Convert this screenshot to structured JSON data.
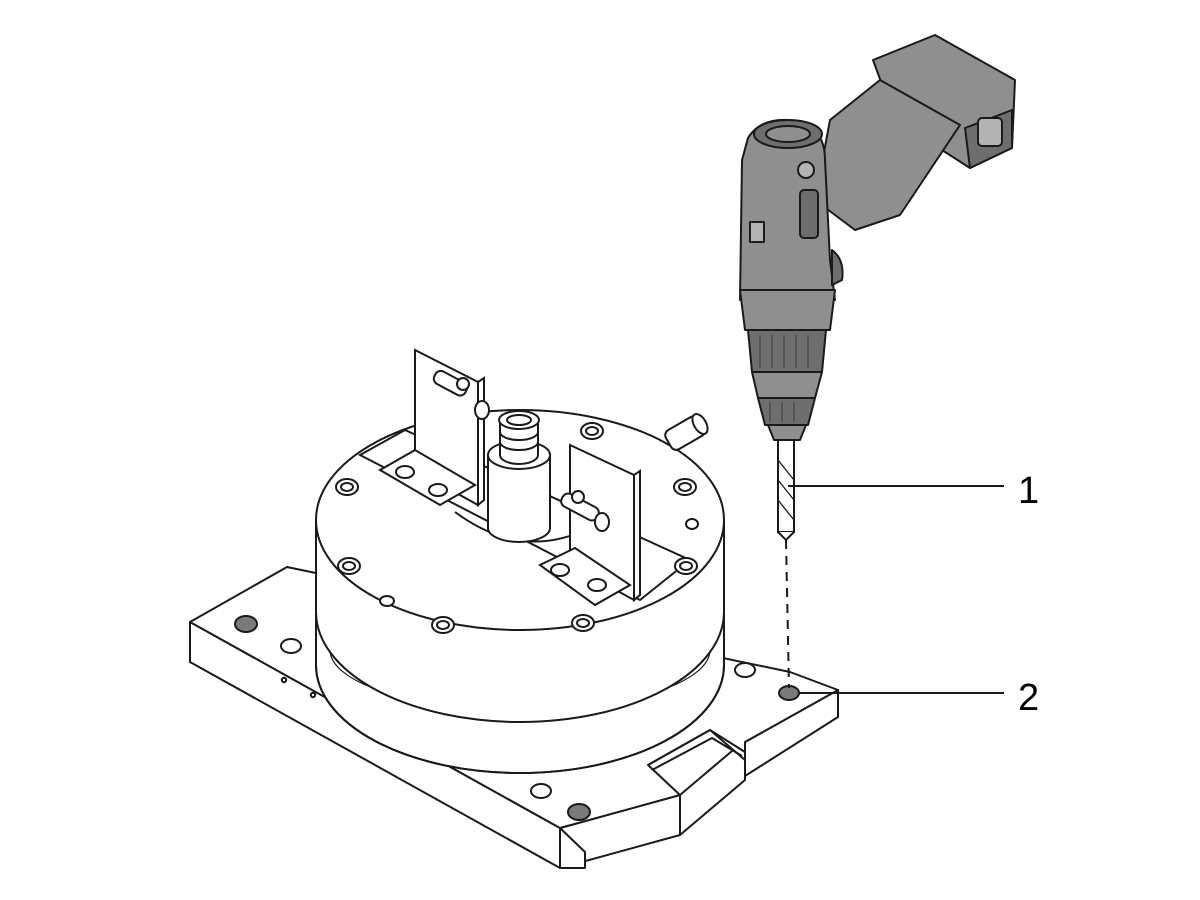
{
  "callouts": [
    {
      "id": "1",
      "label": "1"
    },
    {
      "id": "2",
      "label": "2"
    }
  ],
  "colors": {
    "line": "#1a1a1a",
    "part_fill": "#ffffff",
    "drill_body": "#8f8f8f",
    "drill_dark": "#6e6e6e",
    "drill_light": "#b3b3b3",
    "hole_fill": "#7a7a7a"
  },
  "icons": [
    "cordless-drill-icon",
    "drill-bit-icon",
    "fixture-plate-icon"
  ]
}
